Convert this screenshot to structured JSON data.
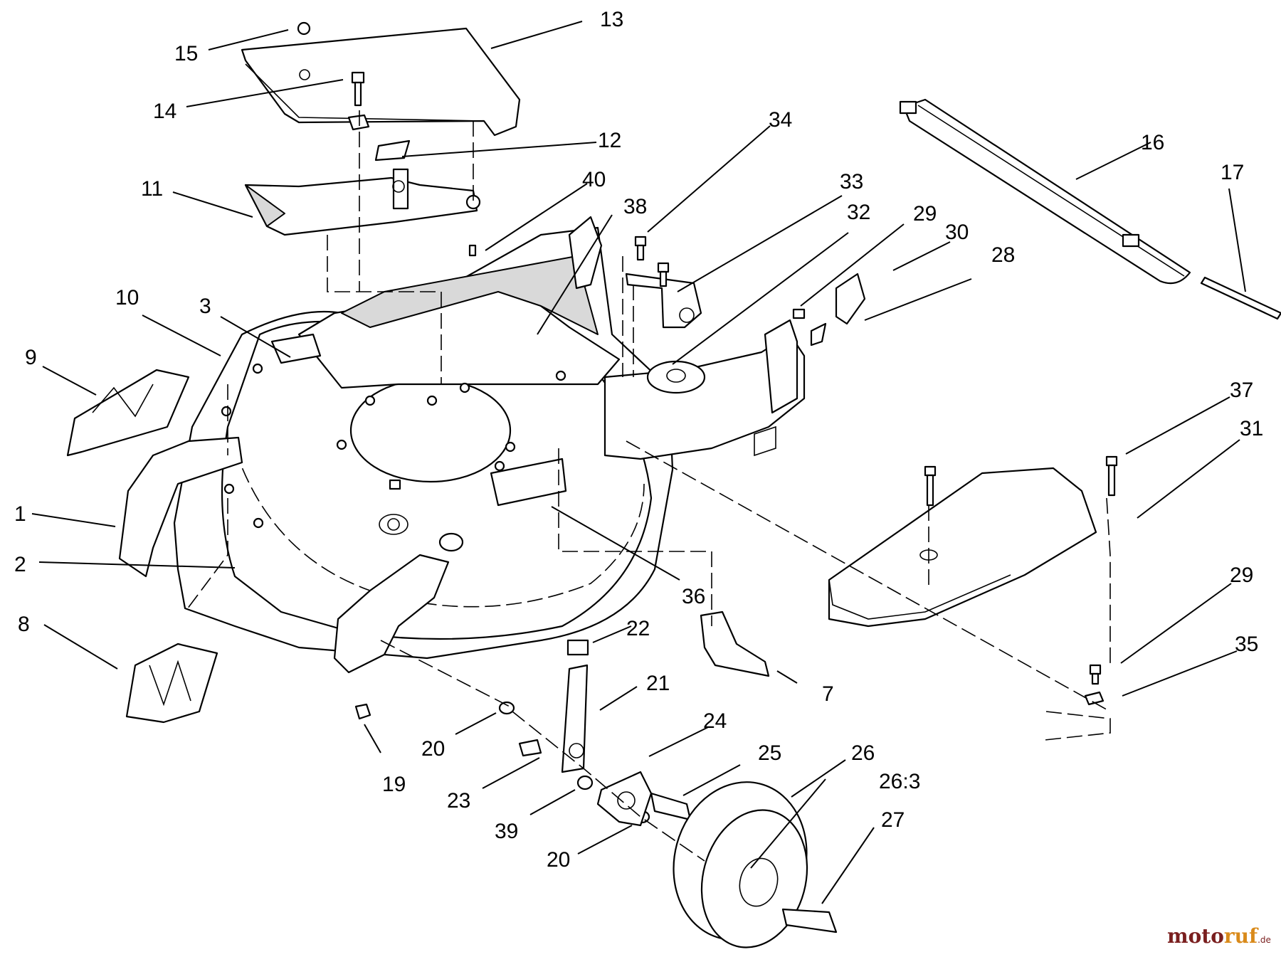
{
  "callouts": [
    {
      "label": "13"
    },
    {
      "label": "15"
    },
    {
      "label": "14"
    },
    {
      "label": "12"
    },
    {
      "label": "11"
    },
    {
      "label": "40"
    },
    {
      "label": "38"
    },
    {
      "label": "34"
    },
    {
      "label": "33"
    },
    {
      "label": "32"
    },
    {
      "label": "29"
    },
    {
      "label": "30"
    },
    {
      "label": "28"
    },
    {
      "label": "16"
    },
    {
      "label": "17"
    },
    {
      "label": "10"
    },
    {
      "label": "3"
    },
    {
      "label": "9"
    },
    {
      "label": "1"
    },
    {
      "label": "2"
    },
    {
      "label": "8"
    },
    {
      "label": "37"
    },
    {
      "label": "31"
    },
    {
      "label": "36"
    },
    {
      "label": "29"
    },
    {
      "label": "35"
    },
    {
      "label": "22"
    },
    {
      "label": "21"
    },
    {
      "label": "7"
    },
    {
      "label": "19"
    },
    {
      "label": "20"
    },
    {
      "label": "24"
    },
    {
      "label": "25"
    },
    {
      "label": "26"
    },
    {
      "label": "26:3"
    },
    {
      "label": "23"
    },
    {
      "label": "39"
    },
    {
      "label": "27"
    },
    {
      "label": "20"
    }
  ],
  "watermark": {
    "part1": "moto",
    "part2": "ruf",
    "suffix": ".de"
  }
}
